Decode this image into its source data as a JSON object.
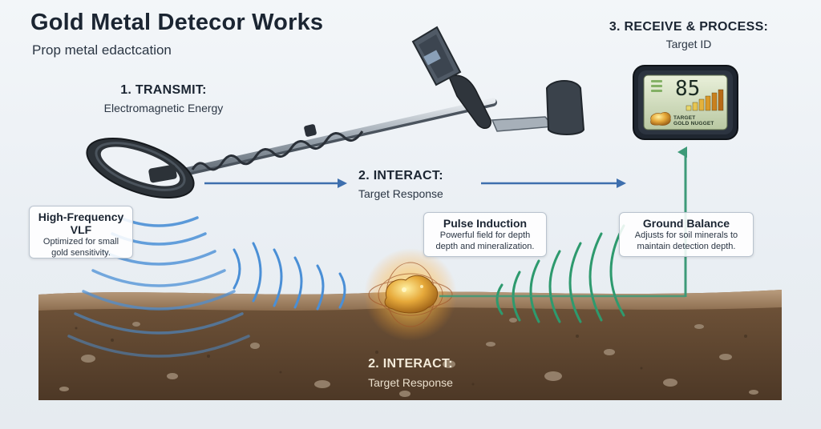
{
  "header": {
    "title": "Gold Metal Detecor Works",
    "subtitle": "Prop metal edactcation"
  },
  "steps": {
    "transmit": {
      "heading": "1. TRANSMIT:",
      "caption": "Electromagnetic Energy"
    },
    "interact_top": {
      "heading": "2. INTERACT:",
      "caption": "Target Response"
    },
    "receive": {
      "heading": "3. RECEIVE & PROCESS:",
      "caption": "Target ID"
    },
    "interact_ground": {
      "heading": "2. INTERACT:",
      "caption": "Target Response"
    }
  },
  "cards": {
    "vlf": {
      "heading_line1": "High-Frequency",
      "heading_line2": "VLF",
      "body": "Optimized for small gold sensitivity."
    },
    "pulse": {
      "heading": "Pulse Induction",
      "body": "Powerful field for depth depth and mineralization."
    },
    "ground": {
      "heading": "Ground Balance",
      "body": "Adjusts for soil minerals to maintain detection depth."
    }
  },
  "display": {
    "reading": "85",
    "target_line1": "TARGET",
    "target_line2": "GOLD NUGGET",
    "bars_lit": 6,
    "bars_total": 6
  },
  "colors": {
    "transmit_wave": "#4a8fd6",
    "receive_wave": "#2e9a6e",
    "arrow": "#3e6fae",
    "return_arrow": "#3d9a78",
    "soil": "#6e5238",
    "gold": "#e0a53a"
  },
  "icons": {
    "detector": "metal-detector-icon",
    "nugget": "gold-nugget-icon",
    "screen": "lcd-display-icon"
  }
}
